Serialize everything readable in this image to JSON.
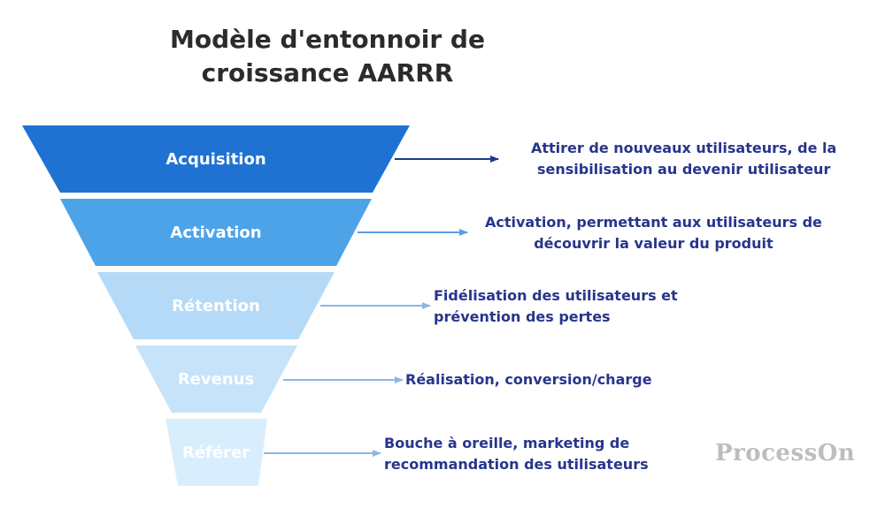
{
  "title": {
    "line1": "Modèle d'entonnoir de",
    "line2": "croissance AARRR"
  },
  "stages": [
    {
      "label": "Acquisition",
      "color": "#1f72d1",
      "text_color": "#ffffff",
      "description": [
        "Attirer de nouveaux utilisateurs, de la",
        "sensibilisation au devenir utilisateur"
      ]
    },
    {
      "label": "Activation",
      "color": "#4da3e8",
      "text_color": "#ffffff",
      "description": [
        "Activation, permettant aux utilisateurs de",
        "découvrir la valeur du produit"
      ]
    },
    {
      "label": "Rétention",
      "color": "#b5daf7",
      "text_color": "#ffffff",
      "description": [
        "Fidélisation des utilisateurs et",
        "prévention des pertes"
      ]
    },
    {
      "label": "Revenus",
      "color": "#c6e3f9",
      "text_color": "#ffffff",
      "description": [
        "Réalisation, conversion/charge"
      ]
    },
    {
      "label": "Référer",
      "color": "#d9eefc",
      "text_color": "#ffffff",
      "description": [
        "Bouche à oreille, marketing de",
        "recommandation des utilisateurs"
      ]
    }
  ],
  "colors": {
    "description_text": "#27358c",
    "arrow_dark": "#1d3a8a",
    "arrow_light": "#8ab8e6"
  },
  "watermark": "ProcessOn"
}
